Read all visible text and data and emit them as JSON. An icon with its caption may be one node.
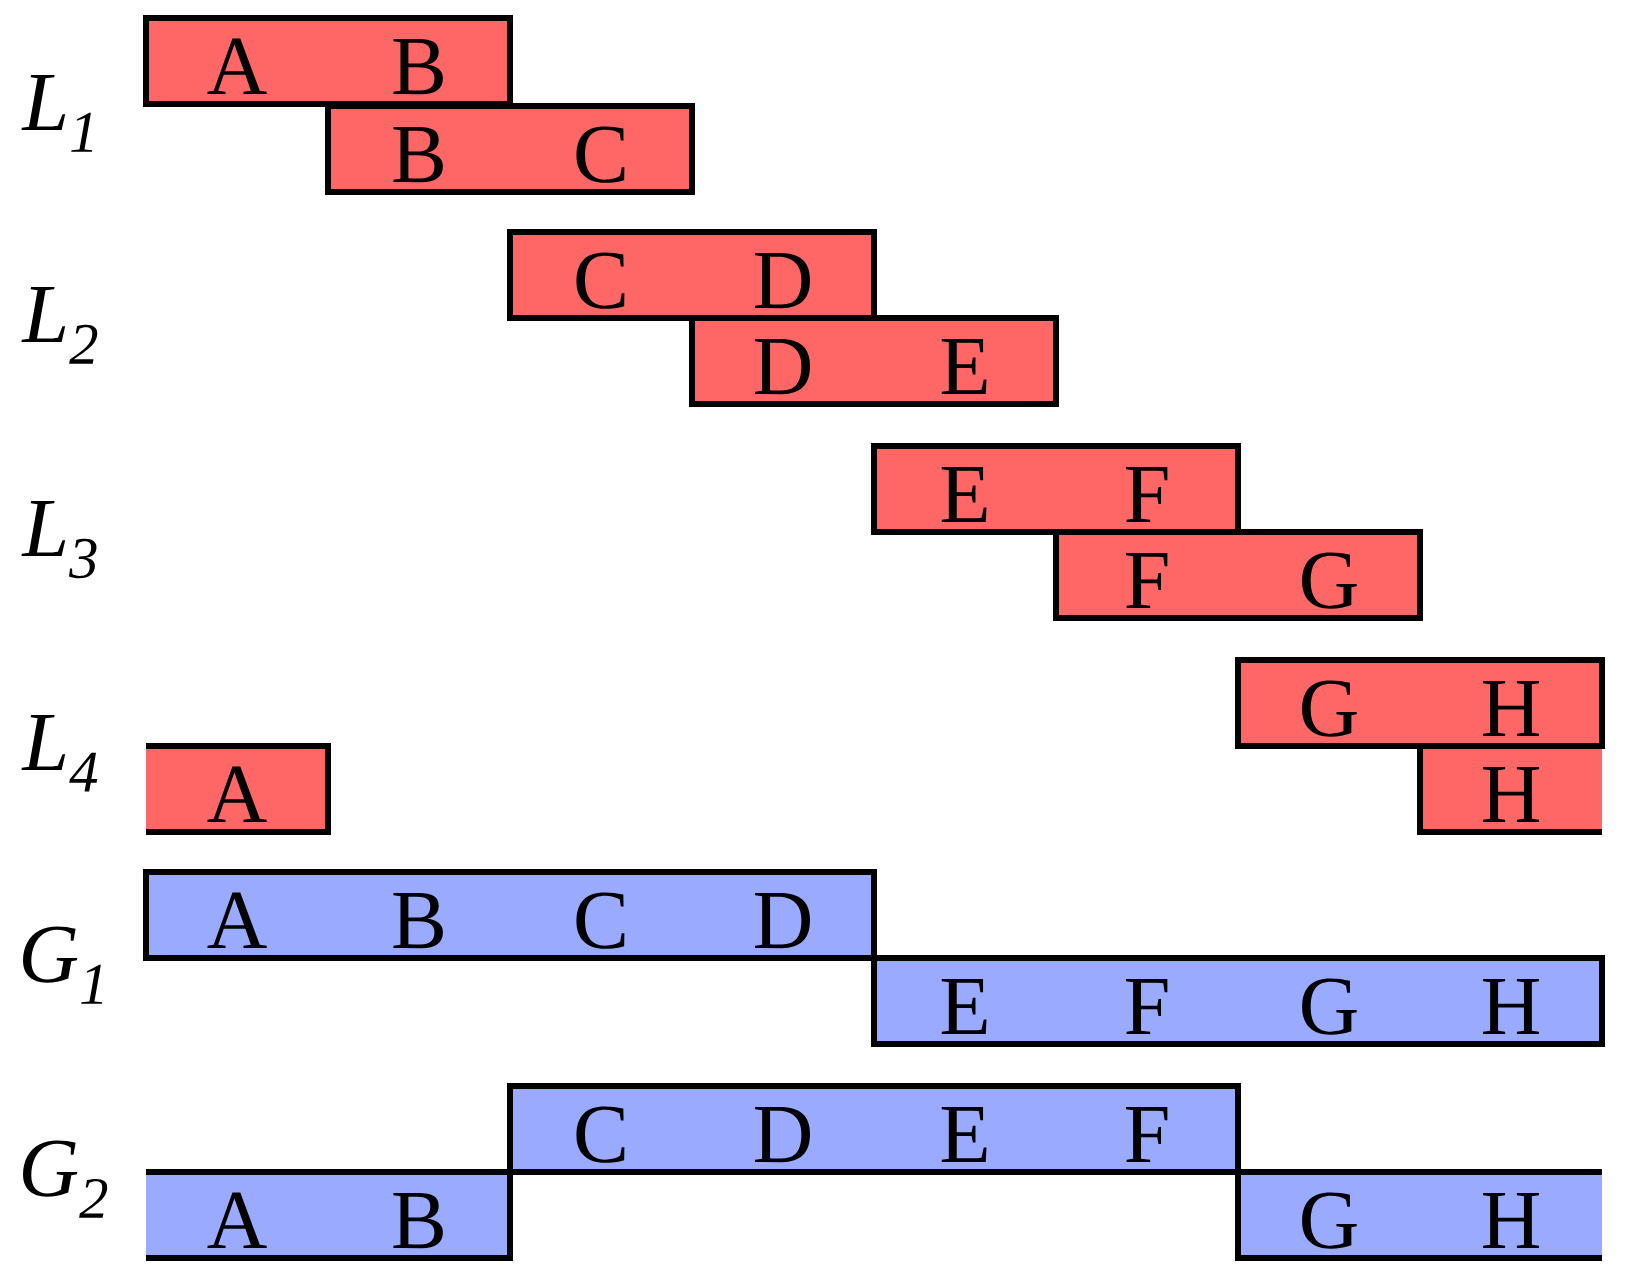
{
  "diagram": {
    "nodes": [
      {
        "text": [
          "A",
          "B"
        ]
      },
      {
        "text": [
          "B",
          "C"
        ]
      },
      {
        "text": [
          "C",
          "D"
        ]
      },
      {
        "text": [
          "D",
          "E"
        ]
      },
      {
        "text": [
          "E",
          "F"
        ]
      },
      {
        "text": [
          "F",
          "G"
        ]
      },
      {
        "text": [
          "G",
          "H"
        ]
      },
      {
        "text": [
          "A"
        ]
      },
      {
        "text": [
          "H"
        ]
      },
      {
        "text": [
          "A",
          "B",
          "C",
          "D"
        ]
      },
      {
        "text": [
          "E",
          "F",
          "G",
          "H"
        ]
      },
      {
        "text": [
          "C",
          "D",
          "E",
          "F"
        ]
      },
      {
        "text": [
          "A",
          "B"
        ]
      },
      {
        "text": [
          "G",
          "H"
        ]
      }
    ],
    "labels": [
      "L$_{1}$",
      "L$_{2}$",
      "L$_{3}$",
      "L$_{4}$",
      "G$_{1}$",
      "G$_{2}$"
    ]
  }
}
